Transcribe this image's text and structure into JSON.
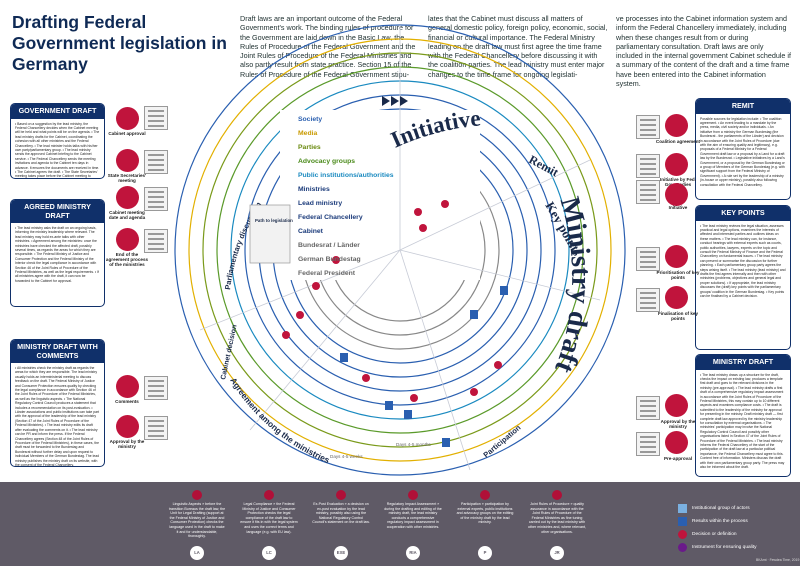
{
  "title": "Drafting Federal Government legislation in Germany",
  "intro": {
    "col1": "Draft laws are an important outcome of the Federal Government's work. The binding rules of procedure for the Government are laid down in the Basic Law, the Rules of Procedure of the Federal Government and the Joint Rules of Procedure of the Federal Ministries and also partly result from state practice. Section 15 of the Rules of Procedure of the Federal Government stipu-",
    "col2": "lates that the Cabinet must discuss all matters of general domestic policy, foreign policy, economic, social, financial or cultural importance. The Federal Ministry leading on the draft law must first agree the time frame with the Federal Chancellery before discussing it with the coalition parties. The lead ministry must enter major changes to the time frame for ongoing legislati-",
    "col3": "ve processes into the Cabinet information system and inform the Federal Chancellery immediately, including when these changes result from or during parliamentary consultation. Draft laws are only included in the internal government Cabinet schedule if a summary of the content of the draft and a time frame have been entered into the Cabinet information system."
  },
  "left_boxes": [
    {
      "title": "GOVERNMENT DRAFT",
      "body": "• Based on a suggestion by the lead ministry, the Federal Chancellery decides when the Cabinet meeting will be held and what points will be on the agenda. • The lead ministry drafts for the Cabinet, coordinating the cohesion with all other ministries and the Federal Chancellery. • The lead minister holds talks with his/her own party/parliamentary group. • The lead ministry sends the approved Cabinet briefing to the Cabinet service. • The Federal Chancellery sends the meeting invitations and agenda to the Cabinet ten days in advance. It ensures the documents are received in time. • The Cabinet agrees the draft. • The State Secretaries' meeting takes place before the Cabinet meeting to finalise the groundwork. • The Cabinet approves the draft law."
    },
    {
      "title": "AGREED MINISTRY DRAFT",
      "body": "• The lead ministry asks the draft on an ongoing basis, informing the ministry leadership where relevant. The lead ministry may hold ex-ante talks with other ministries. • Agreement among the ministries: once the ministries have checked the affected draft, possibly several times, as regards the areas for which they are responsible. • The Federal Ministry of Justice and Consumer Protection and the Federal Ministry of the Interior check the legal compliance in accordance with Section 46 of the Joint Rules of Procedure of the Federal Ministries, as well as the legal requirements. • If all ministries agree with the draft, it can now be forwarded to the Cabinet for approval."
    },
    {
      "title": "MINISTRY DRAFT WITH COMMENTS",
      "body": "• All ministries check the ministry draft as regards the areas for which they are responsible. The lead ministry usually holds an interministerial meeting to discuss feedback on the draft. The Federal Ministry of Justice and Consumer Protection ensures quality by checking the legal compliance in accordance with Section 46 of the Joint Rules of Procedure of the Federal Ministries, as well as the linguistic aspects. • The National Regulatory Control Council produces a statement that includes a recommendation on its post-evaluation. • Länder associations and public institutions can take part with the approval of the leadership of the lead ministry (Section 47 of the Joint Rules of Procedure of the Federal Ministries). • The lead ministry edits its draft after evaluating the comments on it. • The lead ministry can be PR and inform the press. If the Federal Chancellery agrees (Section 48 of the Joint Rules of Procedure of the Federal Ministries), in these cases, the draft must be forwarded to the Bundestag and Bundesrat without further delay and upon request to individual Members of the German Bundestag. The lead ministry publishes the ministry draft on its website, with the consent of the Federal Chancellery."
    }
  ],
  "right_boxes": [
    {
      "title": "REMIT",
      "body": "Possible sources for legislation include: • The coalition agreement. • An event leading to a mandate by the press, media, civil society and/or individuals. • An initiative from a ministry the German Bundestag (the Bundesrat - the parliaments of the Länder) and decision in accordance with the Joint Rules of Procedure (due with the aim of ensuring quality and legitimacy), e.g. proposals of a Federal Ministry for a Federal Government draft law or a proposal by a Land for a draft law by the Bundesrat. • Legislative initiatives by a Land's Government, or a proposal by the German Bundestag or a group of Members of the German Bundestag (e.g. with significant support from the Federal Ministry of Government). • A rule set by the leadership of a ministry (in-house or upper ministry), possibly also following consultation with the Federal Chancellery."
    },
    {
      "title": "KEY POINTS",
      "body": "• The lead ministry reviews the legal situation, assesses practical and legal options, examines the interests of affected and interested parties and outlines ideas on these matters. • The lead ministry can, for instance, conduct hearings with external experts such as courts, public authorities, lawyers, experts on the topic and consult the Federal Ministry of Finance and the Federal Chancellery on fundamental issues. • The lead ministry can present or summarise the discussion for further planning. • Each parliamentary group party agrees the steps arising itself. • The lead ministry (lead ministry) and drafts the first agrees internally and then with other ministries (problems, objectives and general legal and proper solutions). • If appropriate, the lead ministry discusses the (draft) key points with the parliamentary groups/ coalition in the German Bundestag. • Key points can be finalised by a Cabinet decision."
    },
    {
      "title": "MINISTRY DRAFT",
      "body": "• The lead ministry draws up a structure for the draft, checks the impact on existing law, produces a template first draft and goes to the relevant divisions in the ministry (pre-approval). • The lead ministry drafts a first draft of a comprehensive regulatory impact assessment in accordance with the Joint Rules of Procedure of the Federal Ministries, this may contain up to 10 different aspects and examines compliance costs. • The draft is submitted to the leadership of the ministry for approval for presenting in the ministry. Draft ministry draft — first complete draft law approved by the ministry leadership for consultation by external organisations. • The ministries' participation may involve the National Regulatory Control Council and possibly other organisations listed in Section 47 of the Joint Rules of Procedure of the Federal Ministries. • The lead ministry informs the Federal Chancellery of the start of the participation of the draft law at a particular political importance, the Federal Chancellery must agree to this. Content free of information. Ministers discuss the draft with their own parliamentary group party. The press may also be informed about the draft."
    }
  ],
  "left_steps": [
    {
      "label": "Cabinet approval"
    },
    {
      "label": "State Secretaries' meeting"
    },
    {
      "label": "Cabinet meeting date and agenda"
    },
    {
      "label": "End of the agreement process of the ministries"
    },
    {
      "label": "Comments"
    },
    {
      "label": "Approval by the ministry"
    }
  ],
  "right_steps": [
    {
      "label": "Coalition agreement"
    },
    {
      "label": "Initiative by Fed. Gov. Bodies"
    },
    {
      "label": "Initiative"
    },
    {
      "label": "Prioritisation of key points"
    },
    {
      "label": "Finalisation of key points"
    },
    {
      "label": "Approval by the ministry"
    },
    {
      "label": "Pre-approval"
    }
  ],
  "diagram": {
    "rings": [
      {
        "label": "Society",
        "color": "#2a5fb0"
      },
      {
        "label": "Media",
        "color": "#e2b000"
      },
      {
        "label": "Parties",
        "color": "#7a9a1a"
      },
      {
        "label": "Advocacy groups",
        "color": "#5a9a2a"
      },
      {
        "label": "Public institutions/authorities",
        "color": "#1a8ac0"
      },
      {
        "label": "Ministries",
        "color": "#2a5fb0"
      },
      {
        "label": "Lead ministry",
        "color": "#2a5fb0"
      },
      {
        "label": "Federal Chancellery",
        "color": "#2a5fb0"
      },
      {
        "label": "Cabinet",
        "color": "#2a5fb0"
      },
      {
        "label": "Bundesrat / Länder",
        "color": "#888888"
      },
      {
        "label": "German Bundestag",
        "color": "#888888"
      },
      {
        "label": "Federal President",
        "color": "#888888"
      }
    ],
    "phases": {
      "initiative": "Initiative",
      "remit": "Remit",
      "key_points": "Key points",
      "ministry_draft": "Ministry draft",
      "participation": "Participation",
      "agreement": "Agreement among the ministries",
      "cabinet_decision": "Cabinet decision",
      "parliamentary": "Parliamentary discussion",
      "participation_days": "Days 4-5 months",
      "agreement_days": "Days 4-5 weeks"
    },
    "center_box": "Path to legislation"
  },
  "footer": {
    "items": [
      {
        "badge": "LA",
        "text": "Linguistic Aspects » before the transition Bureaus the draft law, the Unit for Legal Drafting (support at the Federal Ministry of Justice and Consumer Protection) checks the language used in the draft to make it and for understandable, thoroughly."
      },
      {
        "badge": "LC",
        "text": "Legal Compliance » the Federal Ministry of Justice and Consumer Protection checks the legal compliance of the draft law to ensure it fits in with the legal system and uses the correct terms and language (e.g. with EU law)."
      },
      {
        "badge": "EXE",
        "text": "Ex-Post Evaluation » a decision on ex-post evaluation by the lead ministry, possibly also using the National Regulatory Control Council's statement on the draft law."
      },
      {
        "badge": "RIA",
        "text": "Regulatory Impact Assessment » during the drafting and editing of the ministry draft, the lead ministry conducts a comprehensive regulatory impact assessment in cooperation with other ministries."
      },
      {
        "badge": "P",
        "text": "Participation » participation by external experts, public institutions and advocacy groups on the editing of the ministry draft by the lead ministry."
      },
      {
        "badge": "JR",
        "text": "Joint Rules of Procedure » quality assurance in accordance with the Joint Rules of Procedure of the Federal Ministries as fine tuning carried out by the lead ministry with other ministries and, where relevant, other organisations."
      }
    ],
    "legend": [
      {
        "label": "Institutional group of actors",
        "color": "#7ab0e0"
      },
      {
        "label": "Results within the process",
        "color": "#2a5fb0"
      },
      {
        "label": "Decision or definition",
        "color": "#c0143c"
      },
      {
        "label": "Instrument for ensuring quality",
        "color": "#6a1a8a"
      }
    ],
    "credit": "BKAmt · Fewdea Time, 2019"
  }
}
